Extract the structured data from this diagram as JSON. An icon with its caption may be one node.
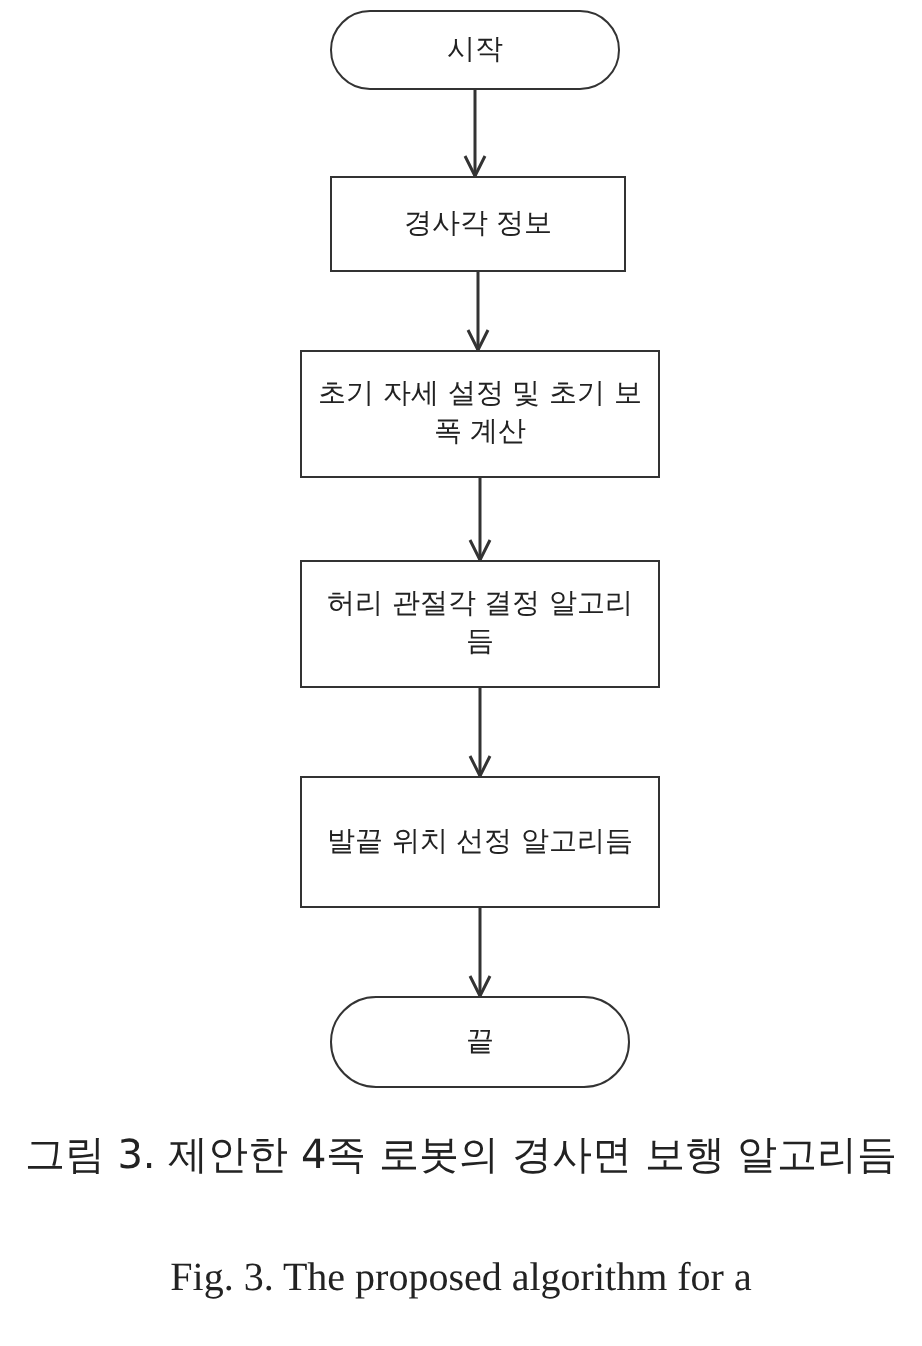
{
  "diagram": {
    "caption": "그림 3. 제안한 4족 로봇의 경사면 보행 알고리듬",
    "nodes": [
      {
        "text": [
          "시작"
        ]
      },
      {
        "text": [
          "경사각 정보"
        ]
      },
      {
        "text": [
          "초기 자세 설정 및 초기 보폭 계산"
        ]
      },
      {
        "text": [
          "허리 관절각 결정 알고리듬"
        ]
      },
      {
        "text": [
          "발끝 위치 선정 알고리듬"
        ]
      },
      {
        "text": [
          "끝"
        ]
      }
    ],
    "edges": [
      {
        "from": 0,
        "to": 1,
        "arrow": "to"
      },
      {
        "from": 1,
        "to": 2,
        "arrow": "to"
      },
      {
        "from": 2,
        "to": 3,
        "arrow": "to"
      },
      {
        "from": 3,
        "to": 4,
        "arrow": "to"
      },
      {
        "from": 4,
        "to": 5,
        "arrow": "to"
      }
    ],
    "labels": [
      "Fig. 3. The proposed algorithm for a"
    ]
  }
}
